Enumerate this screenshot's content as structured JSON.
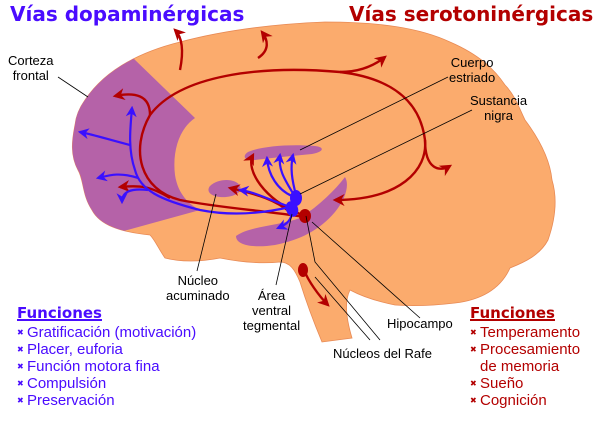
{
  "titles": {
    "dopamine": "Vías dopaminérgicas",
    "serotonin": "Vías serotoninérgicas"
  },
  "labels": {
    "frontal_cortex": [
      "Corteza",
      "frontal"
    ],
    "striatum": [
      "Cuerpo",
      "estriado"
    ],
    "substantia_nigra": [
      "Sustancia",
      "nigra"
    ],
    "nucleus_accumbens": [
      "Núcleo",
      "acuminado"
    ],
    "vta": [
      "Área",
      "ventral",
      "tegmental"
    ],
    "hippocampus": "Hipocampo",
    "raphe": "Núcleos del Rafe"
  },
  "dopamine_functions": {
    "heading": "Funciones",
    "items": [
      "Gratificación (motivación)",
      "Placer, euforia",
      "Función motora fina",
      "Compulsión",
      "Preservación"
    ]
  },
  "serotonin_functions": {
    "heading": "Funciones",
    "items": [
      "Temperamento",
      "Procesamiento",
      "de memoria",
      "Sueño",
      "Cognición"
    ]
  },
  "colors": {
    "dopamine": "#4a0cff",
    "serotonin": "#b30000",
    "brain": "#fbab6d",
    "region": "#b562a8"
  }
}
